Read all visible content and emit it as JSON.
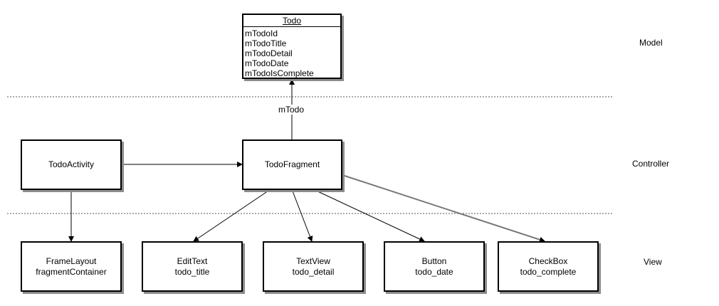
{
  "model_class": {
    "title": "Todo",
    "fields": [
      "mTodoId",
      "mTodoTitle",
      "mTodoDetail",
      "mTodoDate",
      "mTodoIsComplete"
    ]
  },
  "layers": {
    "model": "Model",
    "controller": "Controller",
    "view": "View"
  },
  "controller_nodes": {
    "activity": "TodoActivity",
    "fragment": "TodoFragment"
  },
  "view_nodes": [
    {
      "line1": "FrameLayout",
      "line2": "fragmentContainer"
    },
    {
      "line1": "EditText",
      "line2": "todo_title"
    },
    {
      "line1": "TextView",
      "line2": "todo_detail"
    },
    {
      "line1": "Button",
      "line2": "todo_date"
    },
    {
      "line1": "CheckBox",
      "line2": "todo_complete"
    }
  ],
  "edge_labels": {
    "fragment_to_model": "mTodo"
  }
}
